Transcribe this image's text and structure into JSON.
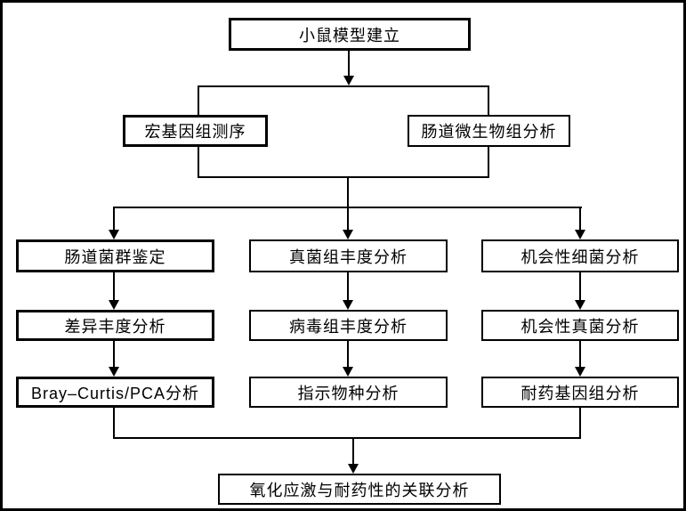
{
  "canvas": {
    "background_color": "#ffffff",
    "line_color": "#000000"
  },
  "nodes": {
    "top": "小鼠模型建立",
    "seq": "宏基因组测序",
    "microbiome": "肠道微生物组分析",
    "final": "氧化应激与耐药性的关联分析"
  },
  "columns": [
    {
      "steps": [
        "肠道菌群鉴定",
        "差异丰度分析",
        "Bray–Curtis/PCA分析"
      ]
    },
    {
      "steps": [
        "真菌组丰度分析",
        "病毒组丰度分析",
        "指示物种分析"
      ]
    },
    {
      "steps": [
        "机会性细菌分析",
        "机会性真菌分析",
        "耐药基因组分析"
      ]
    }
  ]
}
